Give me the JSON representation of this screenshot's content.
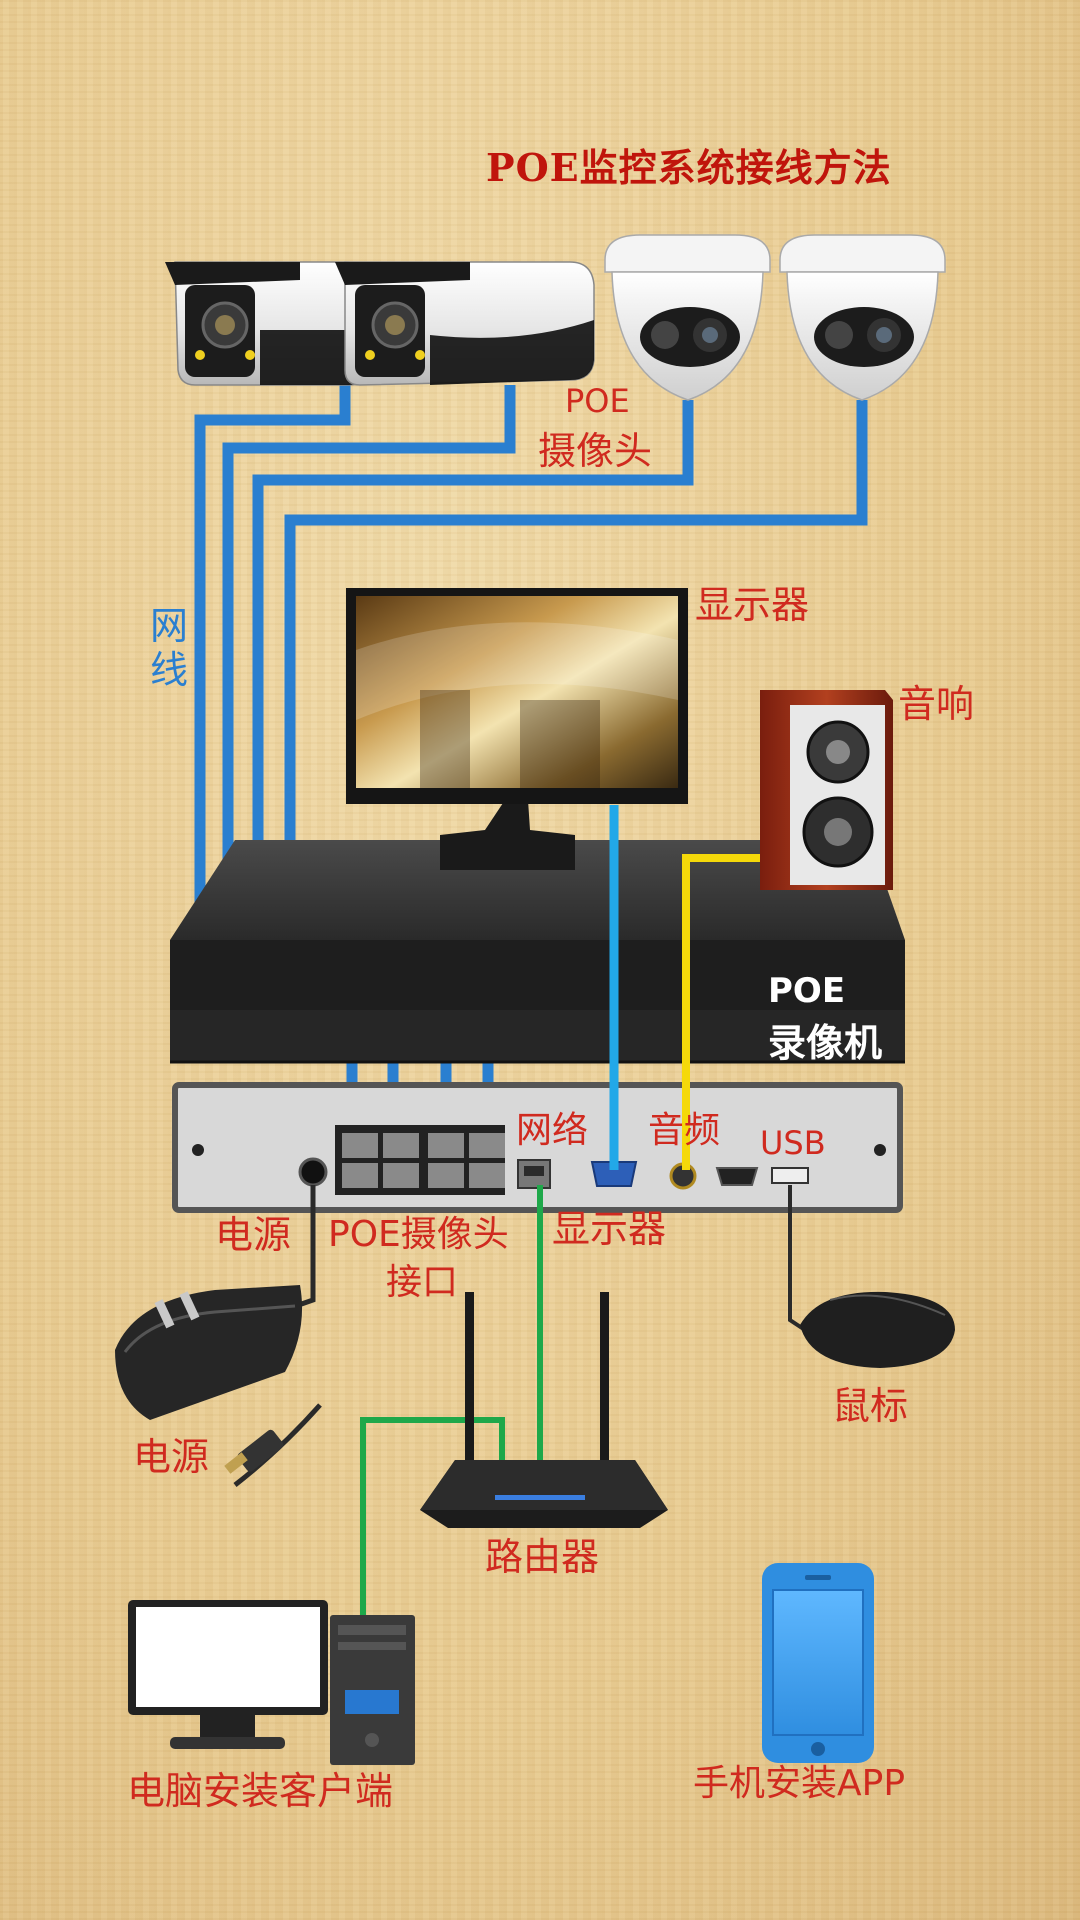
{
  "title": "POE监控系统接线方法",
  "labels": {
    "poe_camera_line1": "POE",
    "poe_camera_line2": "摄像头",
    "network_cable": "网线",
    "monitor_top": "显示器",
    "speaker": "音响",
    "nvr_line1": "POE",
    "nvr_line2": "录像机",
    "port_network": "网络",
    "port_audio": "音频",
    "port_usb": "USB",
    "port_power": "电源",
    "port_poe_line1": "POE摄像头",
    "port_poe_line2": "接口",
    "port_display": "显示器",
    "power_adapter": "电源",
    "mouse": "鼠标",
    "router": "路由器",
    "pc_client": "电脑安装客户端",
    "phone_app": "手机安装APP"
  },
  "colors": {
    "title": "#c0150c",
    "label_red": "#d02a1f",
    "network_cable": "#2a7fd0",
    "video_cable": "#22a8e8",
    "audio_cable": "#f5d90a",
    "lan_cable": "#1ea84a",
    "nvr_label": "#ffffff"
  }
}
